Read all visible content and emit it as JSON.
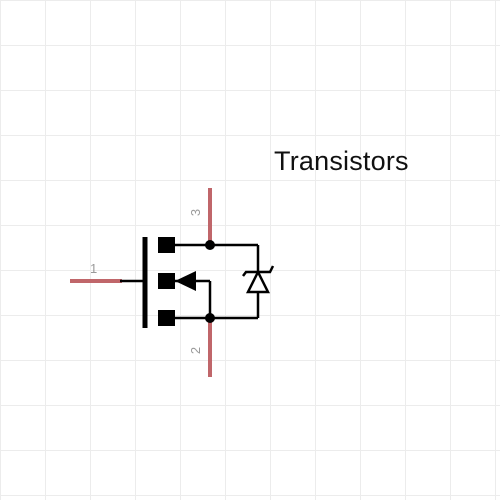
{
  "diagram": {
    "title": "Transistors",
    "component": {
      "pins": [
        {
          "number": "1"
        },
        {
          "number": "3"
        },
        {
          "number": "2"
        }
      ]
    },
    "colors": {
      "pin_wire": "#c0666a",
      "body": "#000000",
      "grid": "#ececec",
      "pin_label": "#9a9a9a"
    }
  }
}
